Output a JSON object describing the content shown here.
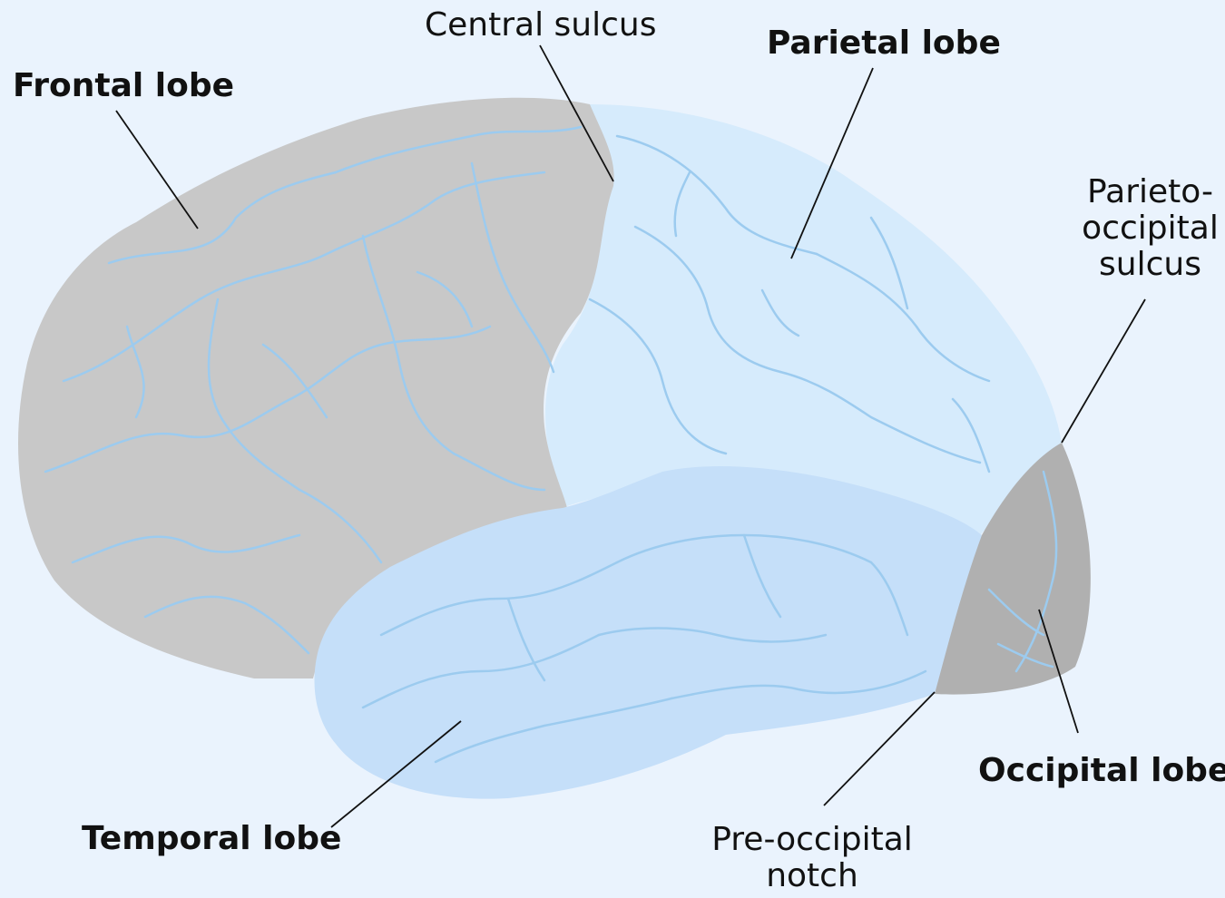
{
  "labels": {
    "frontal_lobe": "Frontal lobe",
    "central_sulcus": "Central sulcus",
    "parietal_lobe": "Parietal lobe",
    "parieto_occipital_sulcus": [
      "Parieto-",
      "occipital",
      "sulcus"
    ],
    "occipital_lobe": "Occipital lobe",
    "pre_occipital_notch": [
      "Pre-occipital",
      "notch"
    ],
    "temporal_lobe": "Temporal lobe"
  },
  "colors": {
    "background": "#eaf3fd",
    "frontal": "#c8c8c8",
    "parietal": "#d6ebfc",
    "temporal": "#c5dff9",
    "occipital": "#b0b0b0",
    "gyri": "#9ccbef",
    "leader": "#111111"
  }
}
